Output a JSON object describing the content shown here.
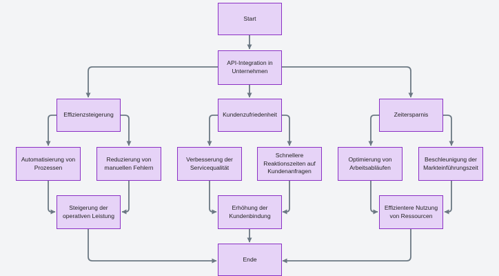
{
  "colors": {
    "background": "#f3f4f6",
    "node_fill": "#e6d3f7",
    "node_border": "#8a2fc4",
    "edge": "#6b7883"
  },
  "nodes": {
    "start": "Start",
    "api": "API-Integration in\nUnternehmen",
    "effizienz": "Effizienzsteigerung",
    "kunden": "Kundenzufriedenheit",
    "zeit": "Zeitersparnis",
    "automatisierung": "Automatisierung von\nProzessen",
    "reduzierung": "Reduzierung von\nmanuellen Fehlern",
    "verbesserung": "Verbesserung der\nServicequalität",
    "schnellere": "Schnellere\nReaktionszeiten auf\nKundenanfragen",
    "optimierung": "Optimierung von\nArbeitsabläufen",
    "beschleunigung": "Beschleunigung der\nMarkteinführungszeit",
    "steigerung": "Steigerung der\noperativen Leistung",
    "erhoehung": "Erhöhung der\nKundenbindung",
    "effizientere": "Effizientere Nutzung\nvon Ressourcen",
    "ende": "Ende"
  }
}
